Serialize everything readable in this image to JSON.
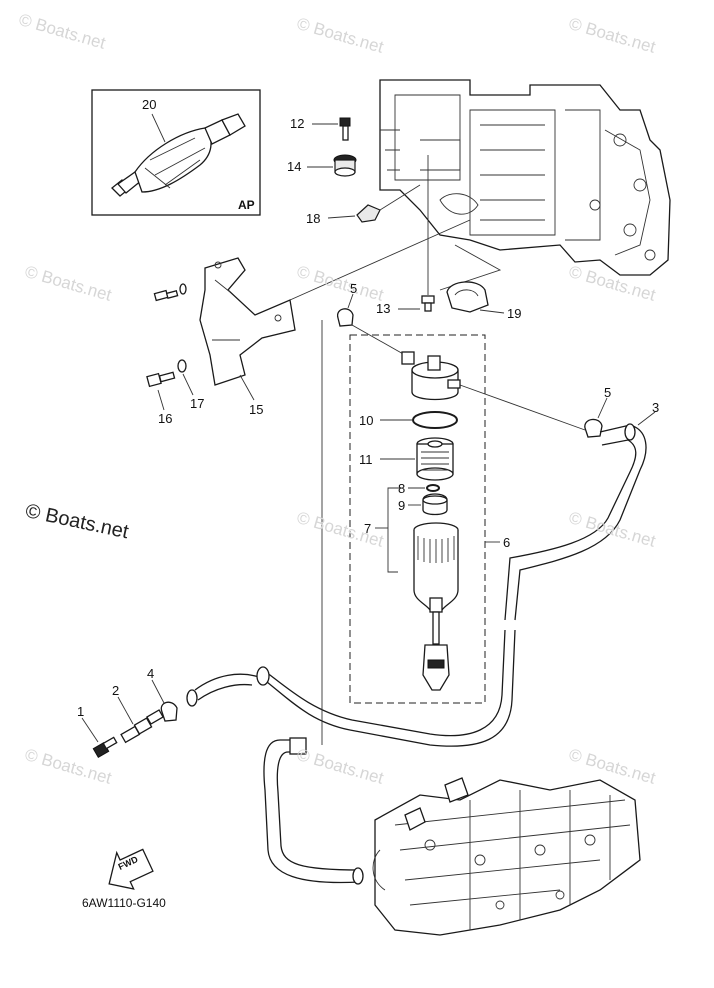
{
  "watermark": "© Boats.net",
  "watermark_prominent": "© Boats.net",
  "diagram_code": "6AW1110-G140",
  "inset_label": "AP",
  "fwd_arrow_label": "FWD",
  "callouts": {
    "c1": "1",
    "c2": "2",
    "c3": "3",
    "c4": "4",
    "c5a": "5",
    "c5b": "5",
    "c6": "6",
    "c7": "7",
    "c8": "8",
    "c9": "9",
    "c10": "10",
    "c11": "11",
    "c12": "12",
    "c13": "13",
    "c14": "14",
    "c15": "15",
    "c16": "16",
    "c17": "17",
    "c18": "18",
    "c19": "19",
    "c20": "20"
  }
}
